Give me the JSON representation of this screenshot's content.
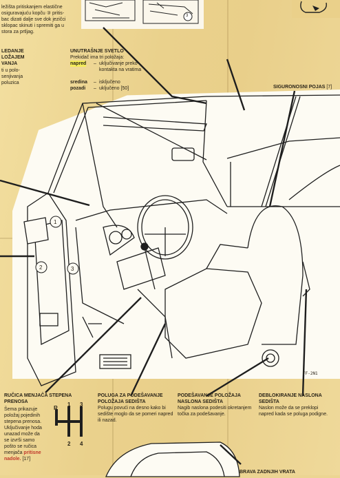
{
  "top_left_text": [
    "ležišta pritiskanjem elastične",
    "osiguravajuću kopču",
    "③",
    "pritis-",
    "bac dizati dalje sve dok jezičci",
    "sklopac skinuti i spremiti ga u",
    "stora za prtljag."
  ],
  "left_fragment": {
    "title": [
      "LEDANJE",
      "LOŽAJEM",
      "VANJA"
    ],
    "body": [
      "ti u polo-",
      "senjivanja",
      "poluzica"
    ]
  },
  "interior_light": {
    "title": "UNUTRAŠNJE SVETLO",
    "intro": "Prekidač ima tri položaja:",
    "rows": [
      {
        "label": "napred",
        "dash": "–",
        "text": "uključivanje preko kontakta na vratima"
      },
      {
        "label": "sredina",
        "dash": "–",
        "text": "isključeno"
      },
      {
        "label": "pozadi",
        "dash": "–",
        "text": "uključeno [50]"
      }
    ]
  },
  "seatbelt": {
    "title": "SIGURONOSNI POJAS",
    "ref": "[7]"
  },
  "figure_code": "FF-2N1",
  "callout_numbers": [
    "1",
    "2",
    "3",
    "③"
  ],
  "gear_shift": {
    "title": [
      "RUČICA MENJAČA STEPENA",
      "PRENOSA"
    ],
    "body": [
      "Šema prikazuje",
      "položaj pojedinih",
      "stepena prenosa.",
      "Uključivanje hoda",
      "unazad može da",
      "se izvrši samo",
      "pošto se ručica",
      "menjača",
      "pritisne",
      "nadole.",
      "[17]"
    ],
    "pattern": [
      "R",
      "1",
      "3",
      "2",
      "4"
    ]
  },
  "seat_lever": {
    "title": [
      "POLUGA ZA PODEŠAVANJE",
      "POLOŽAJA SEDIŠTA"
    ],
    "body": "Polugu povući na desno kako bi sedište moglo da se pomeri napred ili nazad."
  },
  "seat_back": {
    "title": [
      "PODEŠAVANJE POLOŽAJA",
      "NASLONA SEDIŠTA"
    ],
    "body": "Nagib naslona podesiti okretanjem točka za podešavanje."
  },
  "seat_unlock": {
    "title": [
      "DEBLOKIRANJE NASLONA",
      "SEDIŠTA"
    ],
    "body": "Naslon može da se preklopi napred kada se poluga podigne."
  },
  "rear_lock": {
    "title": "BRAVA ZADNJIH VRATA"
  },
  "colors": {
    "paper": "#ecd592",
    "panel": "#fbf7ec",
    "accent_red": "#c0392b",
    "highlight": "#f4ec5a"
  }
}
